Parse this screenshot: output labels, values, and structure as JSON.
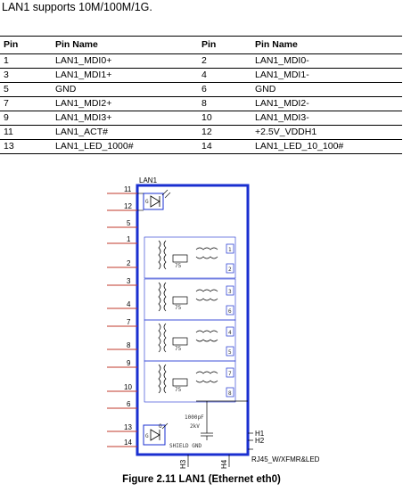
{
  "intro": "LAN1 supports 10M/100M/1G.",
  "table": {
    "headers": [
      "Pin",
      "Pin Name",
      "Pin",
      "Pin Name"
    ],
    "rows": [
      [
        "1",
        "LAN1_MDI0+",
        "2",
        "LAN1_MDI0-"
      ],
      [
        "3",
        "LAN1_MDI1+",
        "4",
        "LAN1_MDI1-"
      ],
      [
        "5",
        "GND",
        "6",
        "GND"
      ],
      [
        "7",
        "LAN1_MDI2+",
        "8",
        "LAN1_MDI2-"
      ],
      [
        "9",
        "LAN1_MDI3+",
        "10",
        "LAN1_MDI3-"
      ],
      [
        "11",
        "LAN1_ACT#",
        "12",
        "+2.5V_VDDH1"
      ],
      [
        "13",
        "LAN1_LED_1000#",
        "14",
        "LAN1_LED_10_100#"
      ]
    ]
  },
  "schematic": {
    "ref": "LAN1",
    "left_pins": [
      "11",
      "12",
      "5",
      "1",
      "2",
      "3",
      "4",
      "7",
      "8",
      "9",
      "10",
      "6",
      "13",
      "14"
    ],
    "right_pins": [
      "1",
      "2",
      "3",
      "6",
      "4",
      "5",
      "7",
      "8"
    ],
    "resistor_label": "75",
    "cap_label_1": "1000pF",
    "cap_label_2": "2kV",
    "shield_label": "SHIELD GND",
    "led_top_label": "G",
    "led_bottom_label_1": "G",
    "led_bottom_label_2": "O",
    "h_pins": [
      "H1",
      "H2"
    ],
    "bottom_pins": [
      "H3",
      "H4"
    ],
    "part_label": "RJ45_W/XFMR&LED"
  },
  "caption": "Figure 2.11 LAN1 (Ethernet eth0)"
}
